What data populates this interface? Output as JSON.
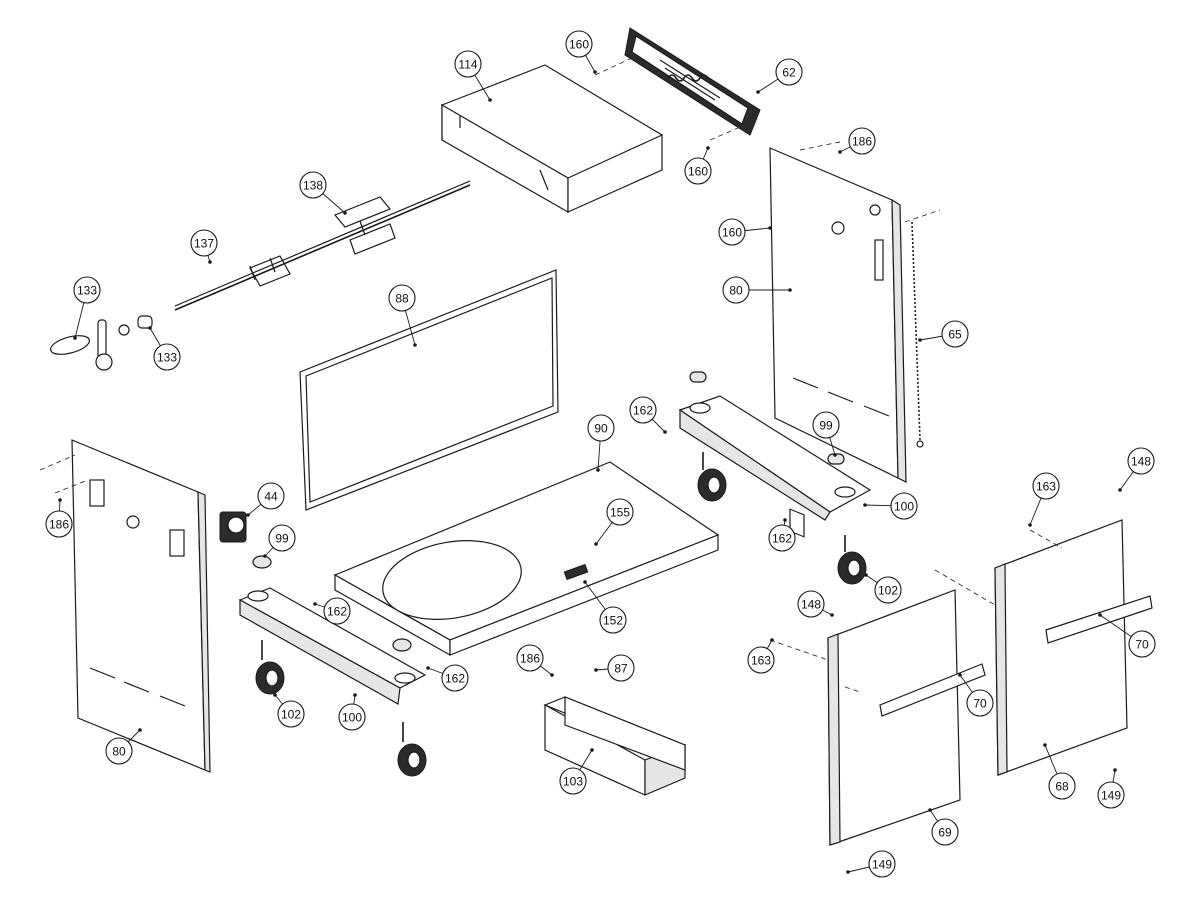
{
  "diagram": {
    "type": "exploded parts diagram",
    "callouts": [
      "160",
      "62",
      "114",
      "186",
      "160",
      "138",
      "137",
      "160",
      "80",
      "65",
      "133",
      "133",
      "88",
      "162",
      "99",
      "90",
      "100",
      "162",
      "155",
      "44",
      "99",
      "186",
      "80",
      "162",
      "152",
      "102",
      "162",
      "102",
      "100",
      "186",
      "87",
      "103",
      "148",
      "163",
      "148",
      "70",
      "70",
      "163",
      "68",
      "149",
      "69",
      "149"
    ],
    "colors": {
      "line": "#1a1a1a",
      "panel": "#e6e6e6",
      "background": "#ffffff"
    }
  }
}
